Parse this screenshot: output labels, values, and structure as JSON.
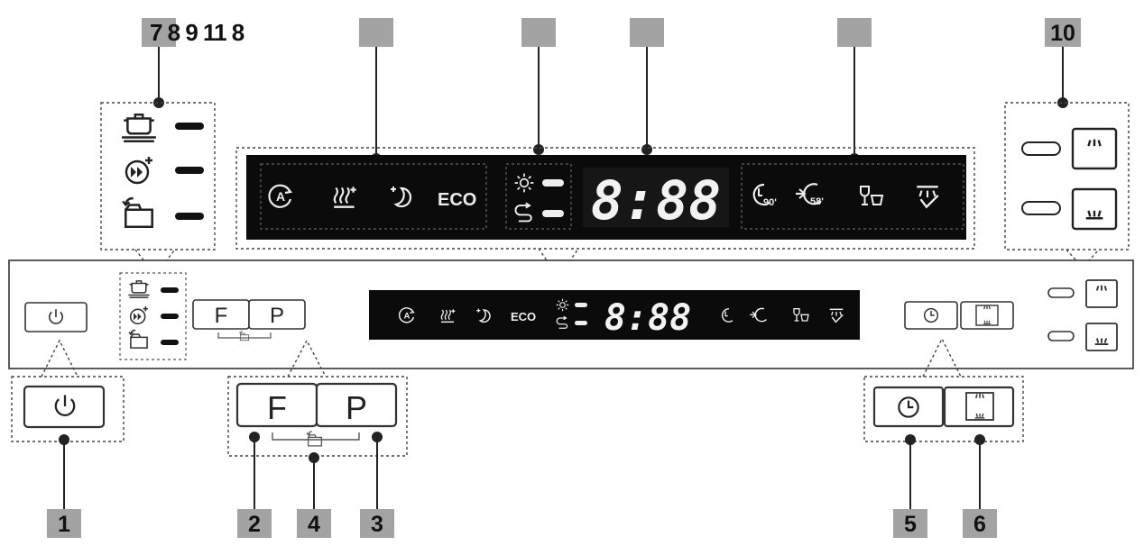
{
  "callouts": {
    "top_left": "7 8 9 11 8",
    "top_right": "10",
    "bottom": [
      "1",
      "2",
      "4",
      "3",
      "5",
      "6"
    ]
  },
  "buttons": {
    "f": "F",
    "p": "P"
  },
  "display": {
    "eco": "ECO",
    "digits": "8:88",
    "time90": "90'",
    "time58": "58'"
  },
  "icons": [
    "pot-icon",
    "turbo-icon",
    "tray-icon",
    "auto-icon",
    "steam-icon",
    "night-icon",
    "sun-icon",
    "refill-icon",
    "clock-90-icon",
    "clock-58-icon",
    "glass-cup-icon",
    "spray-icon",
    "power-icon",
    "timer-icon",
    "upper-spray-icon",
    "lower-spray-icon"
  ]
}
